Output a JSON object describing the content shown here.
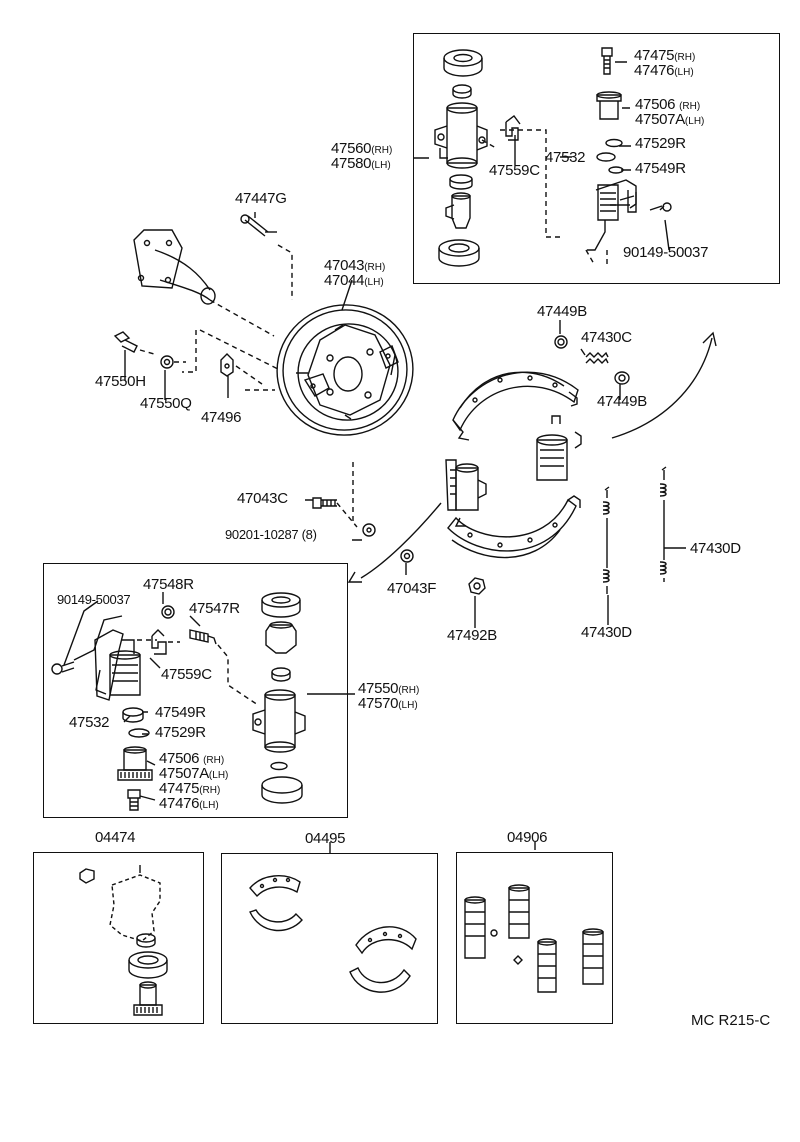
{
  "diagram_code": "MC R215-C",
  "part_labels": [
    {
      "name": "label-47475",
      "num": "47475",
      "side": "(RH)"
    },
    {
      "name": "label-47476",
      "num": "47476",
      "side": "(LH)"
    },
    {
      "name": "label-47506-top",
      "num": "47506",
      "side": "(RH)"
    },
    {
      "name": "label-47507a-top",
      "num": "47507A",
      "side": "(LH)"
    },
    {
      "name": "label-47529r-top",
      "num": "47529R",
      "side": ""
    },
    {
      "name": "label-47532-top",
      "num": "47532",
      "side": ""
    },
    {
      "name": "label-47549r-top",
      "num": "47549R",
      "side": ""
    },
    {
      "name": "label-47560",
      "num": "47560",
      "side": "(RH)"
    },
    {
      "name": "label-47580",
      "num": "47580",
      "side": "(LH)"
    },
    {
      "name": "label-47559c-top",
      "num": "47559C",
      "side": ""
    },
    {
      "name": "label-90149-top",
      "num": "90149-50037",
      "side": ""
    },
    {
      "name": "label-47447g",
      "num": "47447G",
      "side": ""
    },
    {
      "name": "label-47043",
      "num": "47043",
      "side": "(RH)"
    },
    {
      "name": "label-47044",
      "num": "47044",
      "side": "(LH)"
    },
    {
      "name": "label-47449b-top",
      "num": "47449B",
      "side": ""
    },
    {
      "name": "label-47430c",
      "num": "47430C",
      "side": ""
    },
    {
      "name": "label-47449b-right",
      "num": "47449B",
      "side": ""
    },
    {
      "name": "label-47550h",
      "num": "47550H",
      "side": ""
    },
    {
      "name": "label-47550q",
      "num": "47550Q",
      "side": ""
    },
    {
      "name": "label-47496",
      "num": "47496",
      "side": ""
    },
    {
      "name": "label-47043c",
      "num": "47043C",
      "side": ""
    },
    {
      "name": "label-90201",
      "num": "90201-10287 (8)",
      "side": ""
    },
    {
      "name": "label-47043f",
      "num": "47043F",
      "side": ""
    },
    {
      "name": "label-47492b",
      "num": "47492B",
      "side": ""
    },
    {
      "name": "label-47430d-right",
      "num": "47430D",
      "side": ""
    },
    {
      "name": "label-47430d-bottom",
      "num": "47430D",
      "side": ""
    },
    {
      "name": "label-90149-bottom",
      "num": "90149-50037",
      "side": ""
    },
    {
      "name": "label-47548r",
      "num": "47548R",
      "side": ""
    },
    {
      "name": "label-47547r",
      "num": "47547R",
      "side": ""
    },
    {
      "name": "label-47559c-bottom",
      "num": "47559C",
      "side": ""
    },
    {
      "name": "label-47550",
      "num": "47550",
      "side": "(RH)"
    },
    {
      "name": "label-47570",
      "num": "47570",
      "side": "(LH)"
    },
    {
      "name": "label-47532-bottom",
      "num": "47532",
      "side": ""
    },
    {
      "name": "label-47549r-bottom",
      "num": "47549R",
      "side": ""
    },
    {
      "name": "label-47529r-bottom",
      "num": "47529R",
      "side": ""
    },
    {
      "name": "label-47506-bottom",
      "num": "47506",
      "side": "(RH)"
    },
    {
      "name": "label-47507a-bottom",
      "num": "47507A",
      "side": "(LH)"
    },
    {
      "name": "label-47475-bottom",
      "num": "47475",
      "side": "(RH)"
    },
    {
      "name": "label-47476-bottom",
      "num": "47476",
      "side": "(LH)"
    },
    {
      "name": "label-04474",
      "num": "04474",
      "side": ""
    },
    {
      "name": "label-04495",
      "num": "04495",
      "side": ""
    },
    {
      "name": "label-04906",
      "num": "04906",
      "side": ""
    }
  ]
}
